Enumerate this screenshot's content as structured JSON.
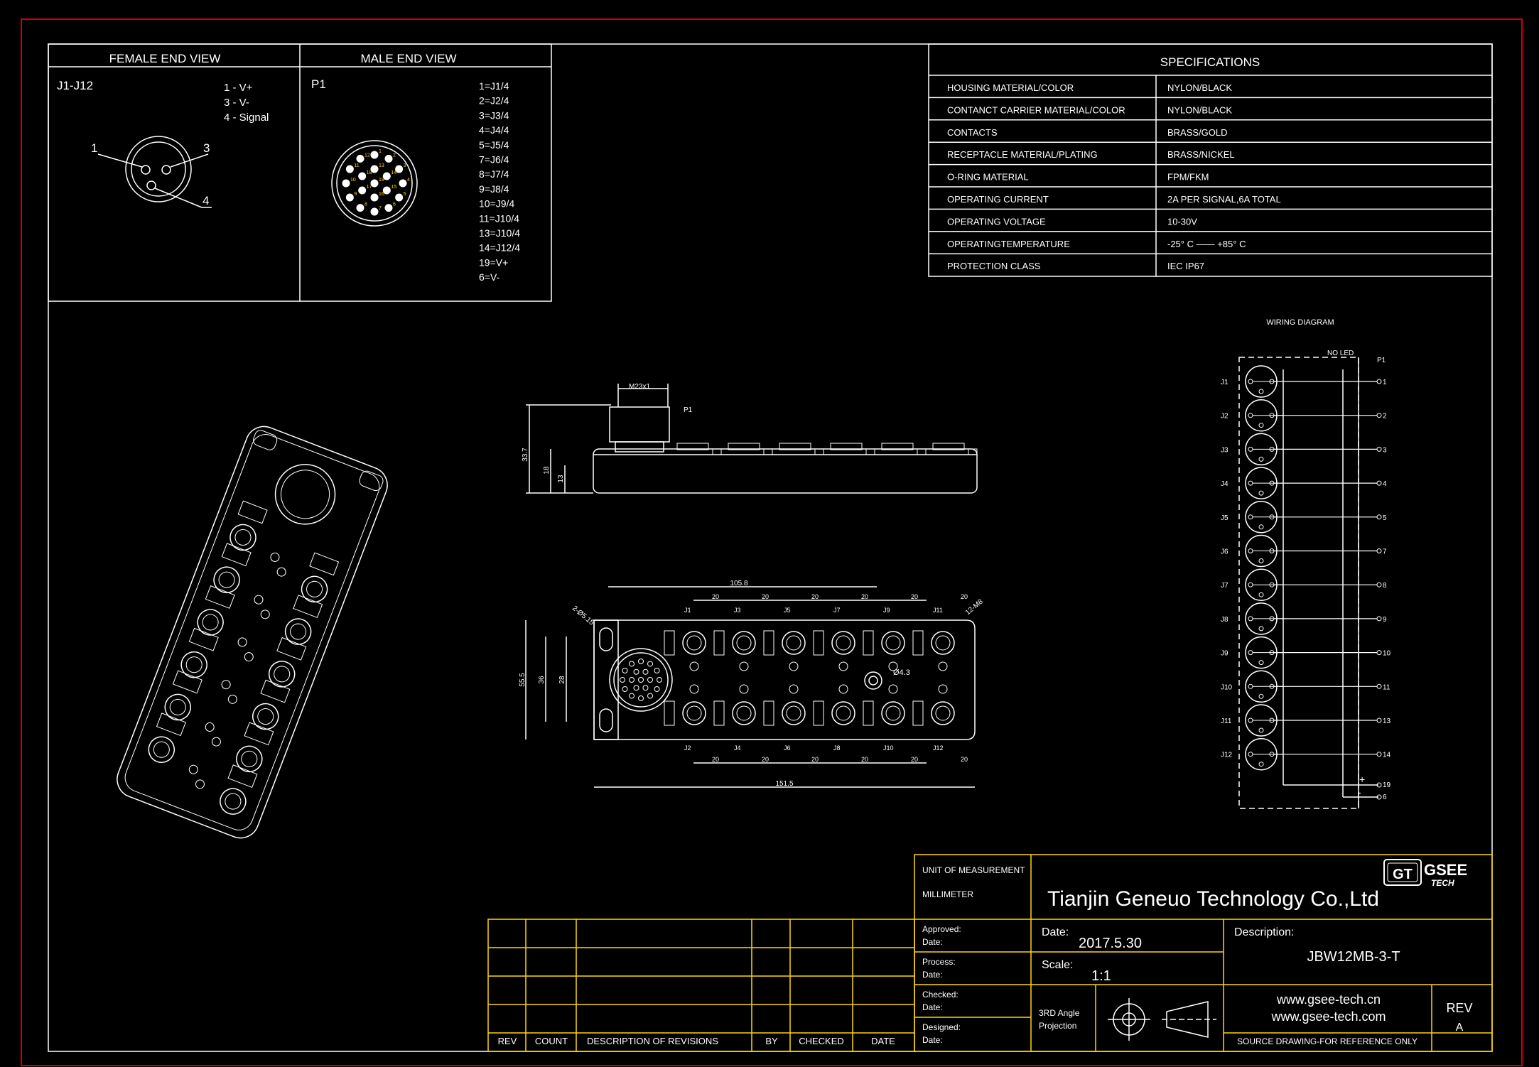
{
  "female_end_view": {
    "title": "FEMALE END VIEW",
    "ref": "J1-J12",
    "pins": [
      "1 - V+",
      "3 - V-",
      "4 - Signal"
    ],
    "pin_labels": [
      "1",
      "3",
      "4"
    ]
  },
  "male_end_view": {
    "title": "MALE END VIEW",
    "ref": "P1",
    "pin_map": [
      "1=J1/4",
      "2=J2/4",
      "3=J3/4",
      "4=J4/4",
      "5=J5/4",
      "7=J6/4",
      "8=J7/4",
      "9=J8/4",
      "10=J9/4",
      "11=J10/4",
      "13=J10/4",
      "14=J12/4",
      "19=V+",
      "6=V-"
    ],
    "pin_numbers": [
      "1",
      "2",
      "3",
      "4",
      "5",
      "6",
      "7",
      "8",
      "9",
      "10",
      "11",
      "12",
      "13",
      "14",
      "15",
      "16",
      "17",
      "18",
      "19"
    ]
  },
  "specifications": {
    "title": "SPECIFICATIONS",
    "rows": [
      {
        "label": "HOUSING MATERIAL/COLOR",
        "value": "NYLON/BLACK"
      },
      {
        "label": "CONTANCT CARRIER MATERIAL/COLOR",
        "value": "NYLON/BLACK"
      },
      {
        "label": "CONTACTS",
        "value": "BRASS/GOLD"
      },
      {
        "label": "RECEPTACLE MATERIAL/PLATING",
        "value": "BRASS/NICKEL"
      },
      {
        "label": "O-RING MATERIAL",
        "value": "FPM/FKM"
      },
      {
        "label": "OPERATING CURRENT",
        "value": "2A PER SIGNAL,6A TOTAL"
      },
      {
        "label": "OPERATING VOLTAGE",
        "value": "10-30V"
      },
      {
        "label": "OPERATINGTEMPERATURE",
        "value": "-25° C —— +85° C"
      },
      {
        "label": "PROTECTION CLASS",
        "value": "IEC  IP67"
      }
    ]
  },
  "wiring_diagram": {
    "title": "WIRING DIAGRAM",
    "no_led": "NO LED",
    "connector": "P1",
    "jacks": [
      "J1",
      "J2",
      "J3",
      "J4",
      "J5",
      "J6",
      "J7",
      "J8",
      "J9",
      "J10",
      "J11",
      "J12"
    ],
    "pins": [
      "1",
      "2",
      "3",
      "4",
      "5",
      "7",
      "8",
      "9",
      "10",
      "11",
      "13",
      "14",
      "19",
      "6"
    ],
    "plus": "+",
    "minus": "-"
  },
  "side_view": {
    "thread": "M23x1",
    "connector": "P1",
    "dims": [
      "33.7",
      "18",
      "13"
    ]
  },
  "top_view": {
    "top_dim": "105.8",
    "bottom_dim": "151.5",
    "hole_dim": "2-Ø5.15",
    "thread_dim": "12-M8",
    "center_dim": "Ø4.3",
    "height_dims": [
      "55.5",
      "36",
      "28"
    ],
    "pitch": "20",
    "top_jacks": [
      "J1",
      "J3",
      "J5",
      "J7",
      "J9",
      "J11"
    ],
    "bottom_jacks": [
      "J2",
      "J4",
      "J6",
      "J8",
      "J10",
      "J12"
    ]
  },
  "title_block": {
    "unit_label": "UNIT OF MEASUREMENT",
    "unit_value": "MILLIMETER",
    "company": "Tianjin Geneuo Technology Co.,Ltd",
    "logo_gt": "GT",
    "logo_gsee": "GSEE",
    "logo_tech": "TECH",
    "date_label": "Date:",
    "date_value": "2017.5.30",
    "scale_label": "Scale:",
    "scale_value": "1:1",
    "description_label": "Description:",
    "description_value": "JBW12MB-3-T",
    "approved": "Approved:",
    "process": "Process:",
    "checked": "Checked:",
    "designed": "Designed:",
    "date_small": "Date:",
    "projection_1": "3RD Angle",
    "projection_2": "Projection",
    "url_1": "www.gsee-tech.cn",
    "url_2": "www.gsee-tech.com",
    "source_note": "SOURCE DRAWING-FOR REFERENCE ONLY",
    "rev_label": "REV",
    "rev_value": "A"
  },
  "revisions": {
    "headers": [
      "REV",
      "COUNT",
      "DESCRIPTION  OF  REVISIONS",
      "BY",
      "CHECKED",
      "DATE"
    ]
  },
  "colors": {
    "line": "#ffffff",
    "title_block": "#ffd800",
    "border": "#d00000",
    "background": "#000000"
  }
}
